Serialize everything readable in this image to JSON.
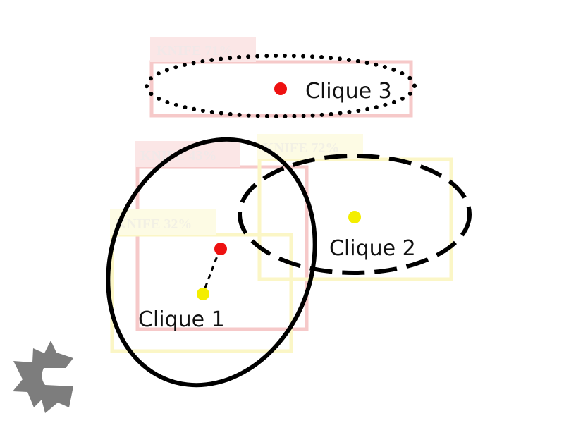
{
  "detections": [
    {
      "label": "KNIFE 71%",
      "color": "#f6c9c9",
      "label_fill": "#fbe6e6",
      "text_color": "#f1e8e8"
    },
    {
      "label": "KNIFE 43%",
      "color": "#f6c9c9",
      "label_fill": "#fbe6e6",
      "text_color": "#f1e8e8"
    },
    {
      "label": "KNIFE 72%",
      "color": "#fbf6c6",
      "label_fill": "#fdfbe4",
      "text_color": "#f2f0e4"
    },
    {
      "label": "KNIFE 32%",
      "color": "#fbf6c6",
      "label_fill": "#fdfbe4",
      "text_color": "#f2f0e4"
    }
  ],
  "cliques": [
    {
      "label": "Clique 1",
      "outline": "solid"
    },
    {
      "label": "Clique 2",
      "outline": "dashed"
    },
    {
      "label": "Clique 3",
      "outline": "dotted"
    }
  ],
  "points": [
    {
      "color": "#ee1111"
    },
    {
      "color": "#f4ee00"
    }
  ],
  "logo": {
    "name": "logo-icon",
    "color": "#7d7d7d"
  }
}
